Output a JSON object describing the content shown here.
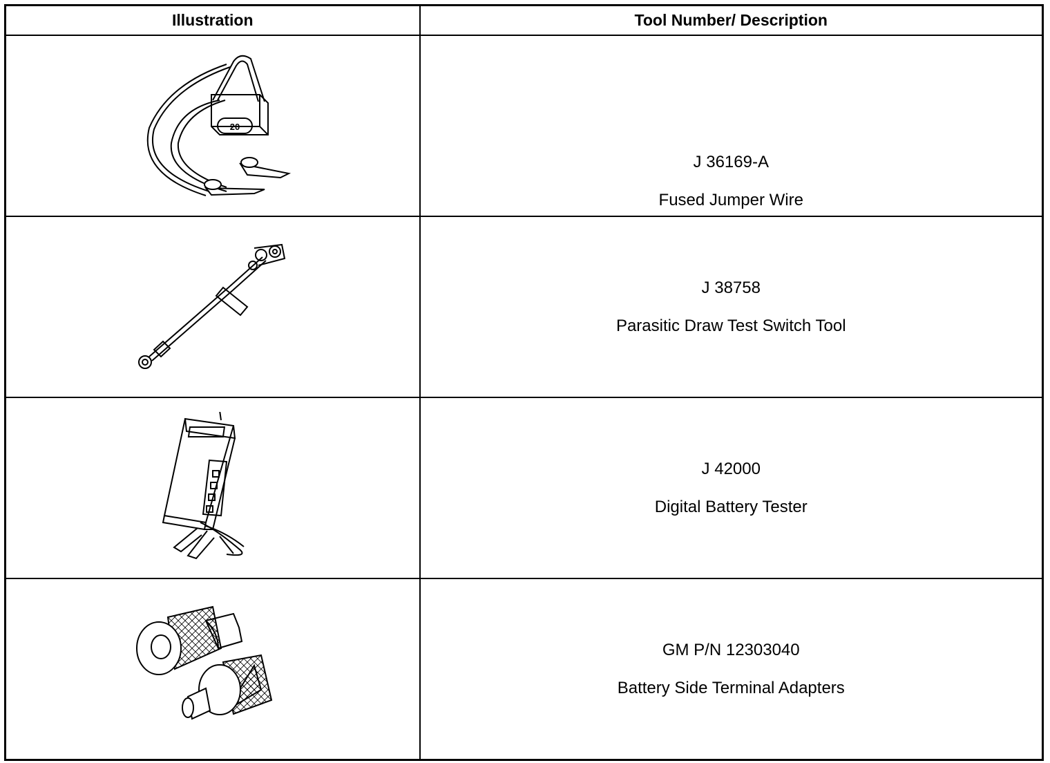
{
  "table": {
    "headers": {
      "illustration": "Illustration",
      "tool": "Tool Number/ Description"
    },
    "rows": [
      {
        "icon": "fused-jumper-wire-illustration",
        "badge": "20",
        "number": "J 36169-A",
        "description": "Fused Jumper Wire"
      },
      {
        "icon": "parasitic-draw-switch-illustration",
        "number": "J 38758",
        "description": "Parasitic Draw Test Switch Tool"
      },
      {
        "icon": "digital-battery-tester-illustration",
        "number": "J 42000",
        "description": "Digital Battery Tester"
      },
      {
        "icon": "terminal-adapters-illustration",
        "number": "GM P/N 12303040",
        "description": "Battery Side Terminal Adapters"
      }
    ]
  }
}
